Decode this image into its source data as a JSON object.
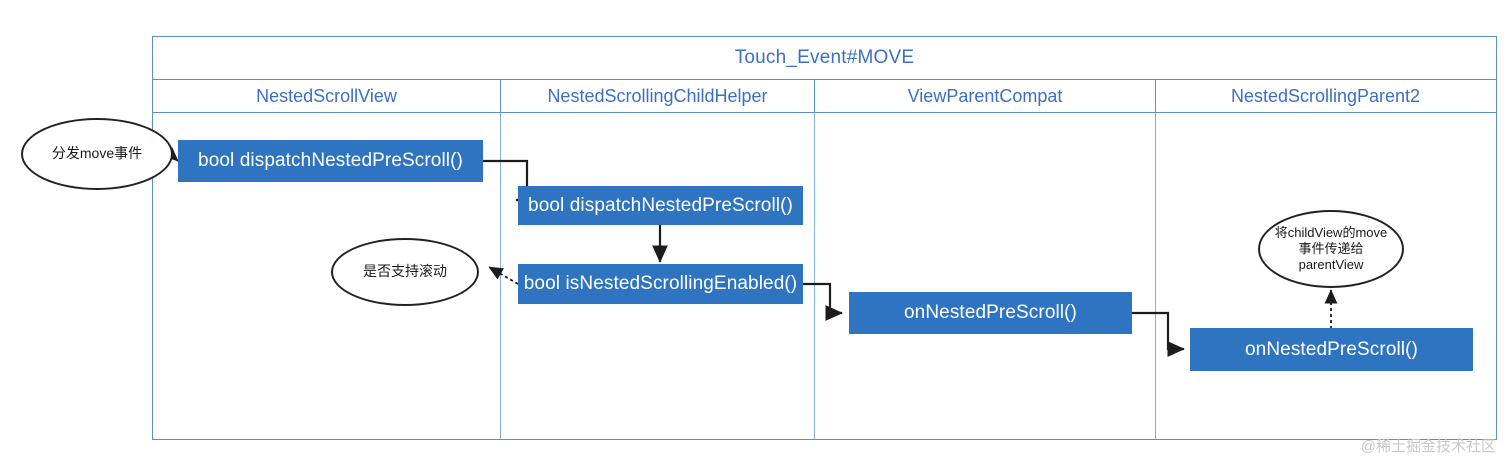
{
  "diagram": {
    "title": "Touch_Event#MOVE",
    "accent_border": "#5b8fd0",
    "accent_text": "#3d6fc4",
    "node_fill": "#2f74c0",
    "node_text": "#ffffff",
    "lanes": [
      {
        "id": "lane-nestedscrollview",
        "label": "NestedScrollView"
      },
      {
        "id": "lane-nestedscrollingchildhelper",
        "label": "NestedScrollingChildHelper"
      },
      {
        "id": "lane-viewparentcompat",
        "label": "ViewParentCompat"
      },
      {
        "id": "lane-nestedscrollingparent2",
        "label": "NestedScrollingParent2"
      }
    ],
    "nodes": [
      {
        "id": "node-dispatch-nested-prescroll-1",
        "label": "bool dispatchNestedPreScroll()",
        "lane": "NestedScrollView"
      },
      {
        "id": "node-dispatch-nested-prescroll-2",
        "label": "bool dispatchNestedPreScroll()",
        "lane": "NestedScrollingChildHelper"
      },
      {
        "id": "node-is-nested-scrolling-enabled",
        "label": "bool isNestedScrollingEnabled()",
        "lane": "NestedScrollingChildHelper"
      },
      {
        "id": "node-on-nested-prescroll-1",
        "label": "onNestedPreScroll()",
        "lane": "ViewParentCompat"
      },
      {
        "id": "node-on-nested-prescroll-2",
        "label": "onNestedPreScroll()",
        "lane": "NestedScrollingParent2"
      }
    ],
    "annotations": [
      {
        "id": "annotation-dispatch-move",
        "text": "分发move事件"
      },
      {
        "id": "annotation-support-scroll",
        "text": "是否支持滚动"
      },
      {
        "id": "annotation-pass-to-parent",
        "lines": [
          "将childView的move",
          "事件传递给",
          "parentView"
        ]
      }
    ],
    "watermark": "@稀土掘金技术社区"
  }
}
